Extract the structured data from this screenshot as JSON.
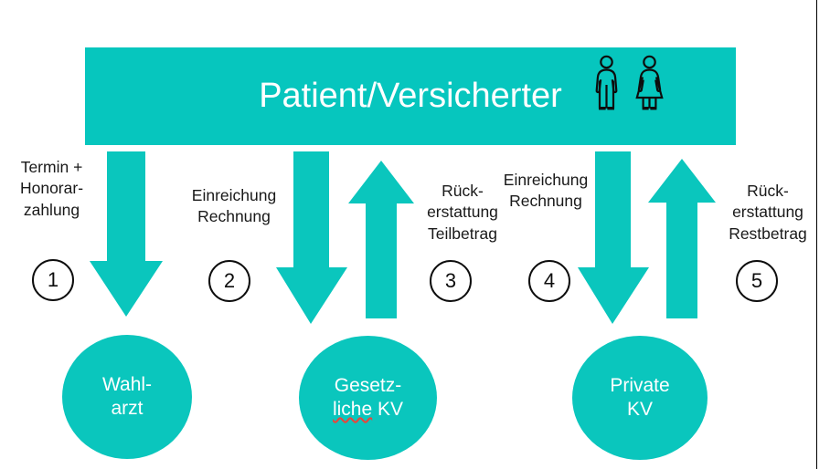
{
  "header": {
    "title": "Patient/Versicherter",
    "icons": [
      "man-pictogram",
      "woman-pictogram"
    ],
    "background_color": "#06c6be",
    "text_color": "#ffffff"
  },
  "nodes": [
    {
      "id": "wahlarzt",
      "line1": "Wahl-",
      "line2": "arzt",
      "color": "#0ac6bd"
    },
    {
      "id": "gesetzliche-kv",
      "line1": "Gesetz-",
      "line2_a": "liche",
      "line2_b": " KV",
      "color": "#0ac6bd",
      "misspelled": "liche"
    },
    {
      "id": "private-kv",
      "line1": "Private",
      "line2": "KV",
      "color": "#0ac6bd"
    }
  ],
  "steps": [
    {
      "number": "1",
      "direction": "down",
      "label_lines": [
        "Termin +",
        "Honorar-",
        "zahlung"
      ],
      "from": "Patient/Versicherter",
      "to": "Wahl-arzt",
      "color": "#0ac6bd"
    },
    {
      "number": "2",
      "direction": "down",
      "label_lines": [
        "Einreichung",
        "Rechnung"
      ],
      "from": "Patient/Versicherter",
      "to": "Gesetzliche KV",
      "color": "#0ac6bd"
    },
    {
      "number": "3",
      "direction": "up",
      "label_lines": [
        "Rück-",
        "erstattung",
        "Teilbetrag"
      ],
      "from": "Gesetzliche KV",
      "to": "Patient/Versicherter",
      "color": "#0ac6bd"
    },
    {
      "number": "4",
      "direction": "down",
      "label_lines": [
        "Einreichung",
        "Rechnung"
      ],
      "from": "Patient/Versicherter",
      "to": "Private KV",
      "color": "#0ac6bd"
    },
    {
      "number": "5",
      "direction": "up",
      "label_lines": [
        "Rück-",
        "erstattung",
        "Restbetrag"
      ],
      "from": "Private KV",
      "to": "Patient/Versicherter",
      "color": "#0ac6bd"
    }
  ],
  "theme": {
    "accent": "#06c6be",
    "node_fill": "#0ac6bd",
    "text_dark": "#191919",
    "text_light": "#ffffff",
    "spellcheck_underline": "#e8453c"
  }
}
